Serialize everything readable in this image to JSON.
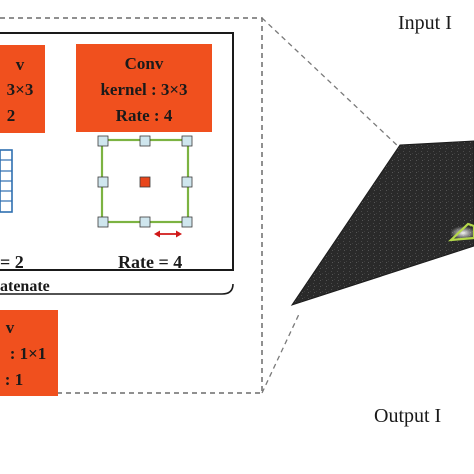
{
  "labels": {
    "input": "Input I",
    "output": "Output I",
    "concatenate": "atenate",
    "rate_left": "= 2",
    "rate_right": "Rate = 4"
  },
  "conv_top_left": {
    "line1": "v",
    "line2": "3×3",
    "line3": "2"
  },
  "conv_top_right": {
    "line1": "Conv",
    "line2": "kernel : 3×3",
    "line3": "Rate : 4"
  },
  "conv_bottom": {
    "line1": "v",
    "line2": ": 1×1",
    "line3": ": 1"
  },
  "colors": {
    "conv_fill": "#f0501e",
    "kernel_border": "#7cb342",
    "center_dot": "#e8461c",
    "tap_fill": "#cfe6ee",
    "grid_blue": "#2f6fb0",
    "rate_arrow": "#d01818",
    "image_bg": "#2a2a2a",
    "highlight": "#b5d94a"
  },
  "icons": {
    "rate_arrow": "double-arrow-icon",
    "dilated_kernel": "dilated-kernel-grid-icon"
  }
}
